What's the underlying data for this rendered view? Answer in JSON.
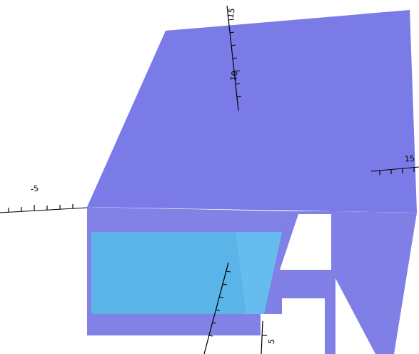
{
  "diagram": {
    "labels": [
      "15",
      "10",
      "-5",
      "15",
      "5"
    ]
  }
}
